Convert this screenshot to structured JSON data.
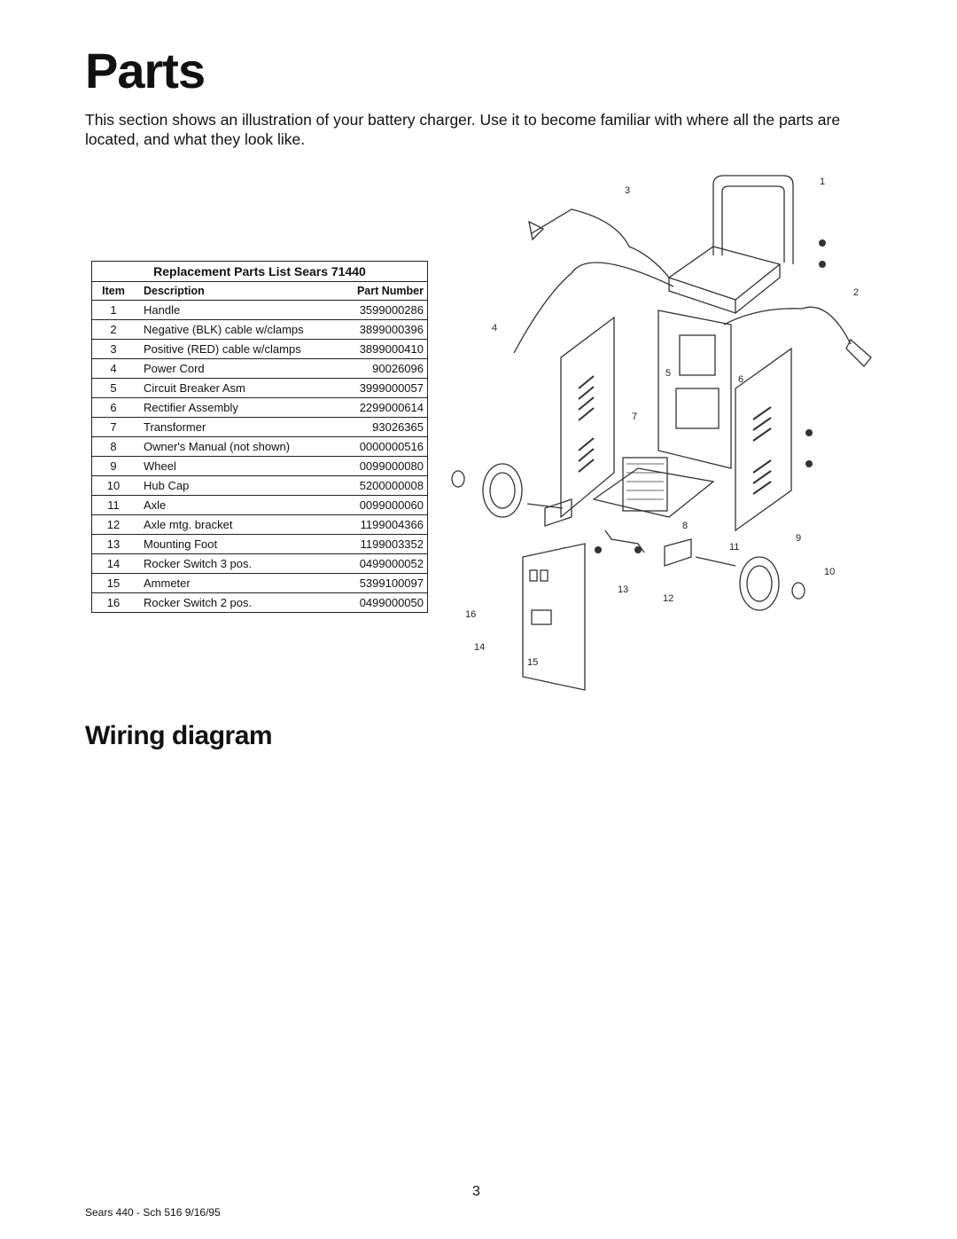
{
  "heading": "Parts",
  "intro": "This section shows an illustration of your battery charger. Use it to become familiar with where all the parts are located, and what they look like.",
  "parts_table": {
    "caption": "Replacement Parts List Sears 71440",
    "headers": {
      "item": "Item",
      "description": "Description",
      "part_number": "Part Number"
    },
    "rows": [
      {
        "item": "1",
        "description": "Handle",
        "part_number": "3599000286"
      },
      {
        "item": "2",
        "description": "Negative (BLK) cable w/clamps",
        "part_number": "3899000396"
      },
      {
        "item": "3",
        "description": "Positive (RED) cable w/clamps",
        "part_number": "3899000410"
      },
      {
        "item": "4",
        "description": "Power Cord",
        "part_number": "90026096"
      },
      {
        "item": "5",
        "description": "Circuit Breaker Asm",
        "part_number": "3999000057"
      },
      {
        "item": "6",
        "description": "Rectifier Assembly",
        "part_number": "2299000614"
      },
      {
        "item": "7",
        "description": "Transformer",
        "part_number": "93026365"
      },
      {
        "item": "8",
        "description": "Owner's Manual (not shown)",
        "part_number": "0000000516"
      },
      {
        "item": "9",
        "description": "Wheel",
        "part_number": "0099000080"
      },
      {
        "item": "10",
        "description": "Hub Cap",
        "part_number": "5200000008"
      },
      {
        "item": "11",
        "description": "Axle",
        "part_number": "0099000060"
      },
      {
        "item": "12",
        "description": "Axle mtg. bracket",
        "part_number": "1199004366"
      },
      {
        "item": "13",
        "description": "Mounting Foot",
        "part_number": "1199003352"
      },
      {
        "item": "14",
        "description": "Rocker Switch 3 pos.",
        "part_number": "0499000052"
      },
      {
        "item": "15",
        "description": "Ammeter",
        "part_number": "5399100097"
      },
      {
        "item": "16",
        "description": "Rocker Switch 2 pos.",
        "part_number": "0499000050"
      }
    ]
  },
  "diagram_callouts": [
    "1",
    "2",
    "3",
    "4",
    "5",
    "6",
    "7",
    "8",
    "9",
    "10",
    "11",
    "12",
    "13",
    "14",
    "15",
    "16"
  ],
  "wiring_heading": "Wiring diagram",
  "page_number": "3",
  "footer": "Sears 440 - Sch 516 9/16/95"
}
